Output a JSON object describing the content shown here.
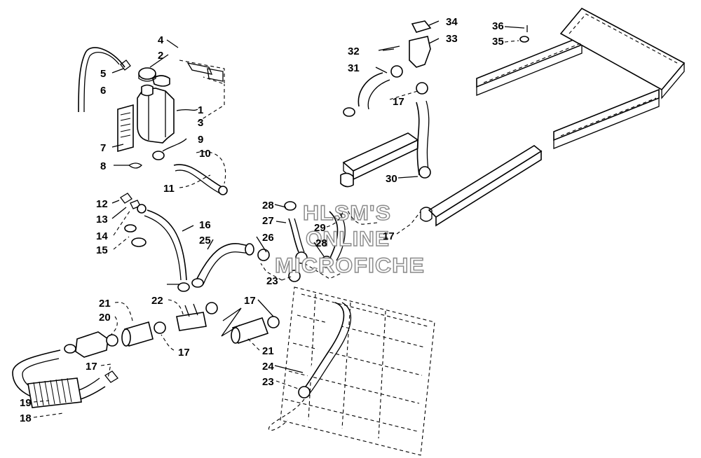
{
  "watermark": [
    "HLSM'S",
    "ONLINE",
    "MICROFICHE"
  ],
  "callouts": [
    "1",
    "2",
    "3",
    "4",
    "5",
    "6",
    "7",
    "8",
    "9",
    "10",
    "11",
    "12",
    "13",
    "14",
    "15",
    "16",
    "17",
    "18",
    "19",
    "20",
    "21",
    "22",
    "23",
    "24",
    "25",
    "26",
    "27",
    "28",
    "29",
    "30",
    "31",
    "32",
    "33",
    "34",
    "35",
    "36"
  ]
}
